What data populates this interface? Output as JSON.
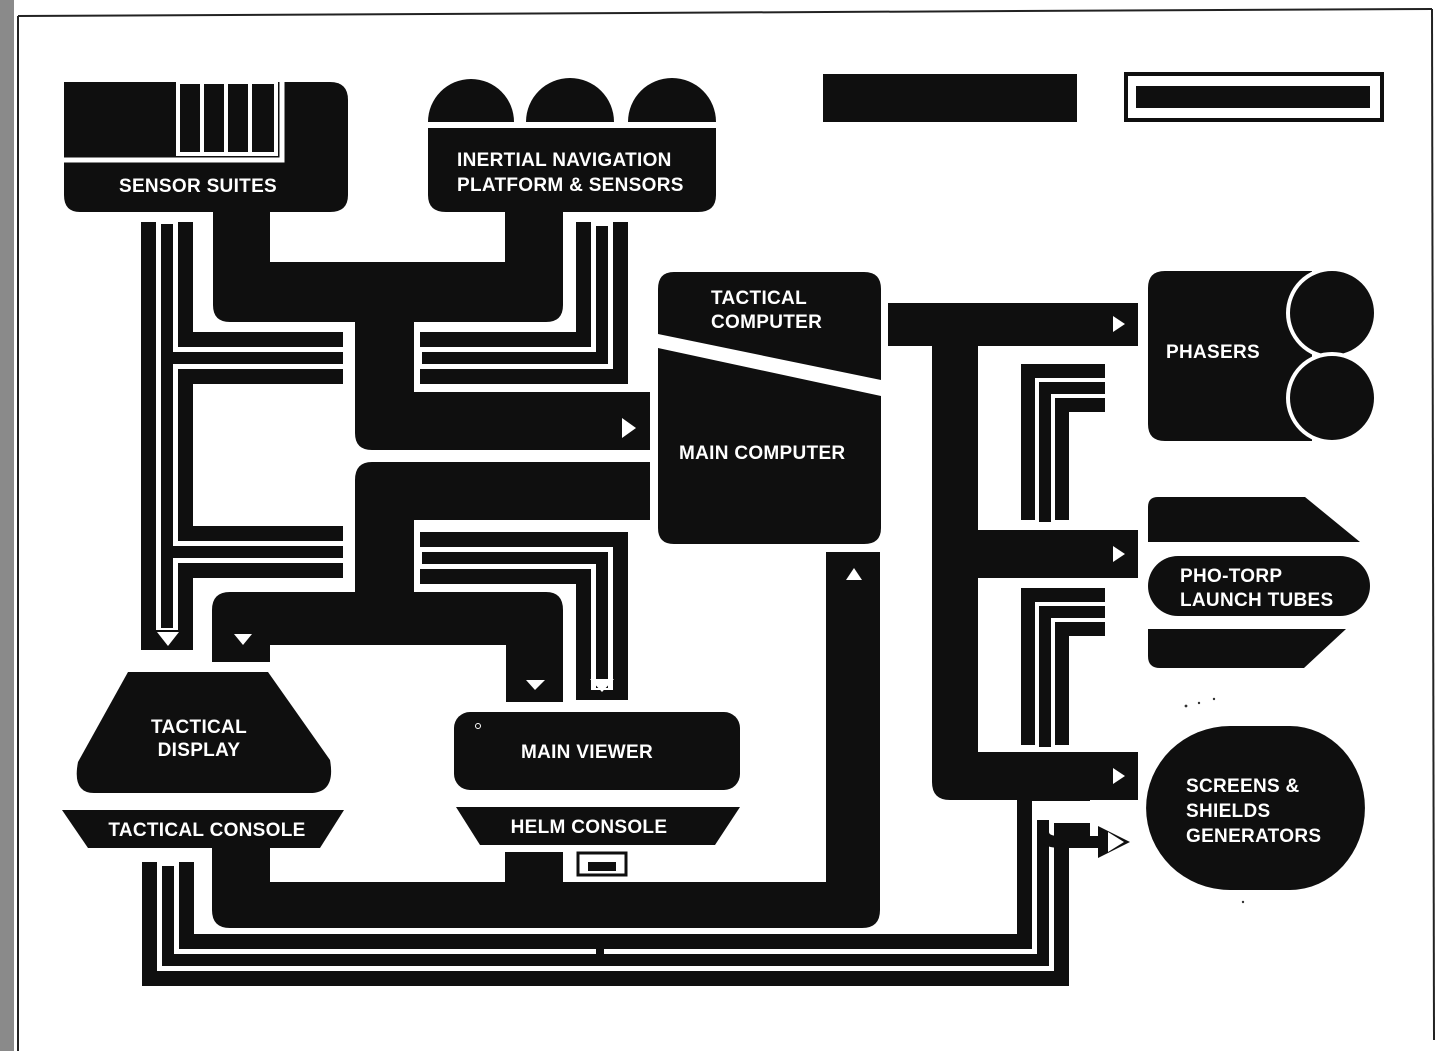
{
  "diagram": {
    "colors": {
      "ink": "#0f0f0f",
      "paper": "#ffffff"
    },
    "nodes": {
      "sensor_suites": "SENSOR SUITES",
      "inertial_nav_line1": "INERTIAL NAVIGATION",
      "inertial_nav_line2": "PLATFORM & SENSORS",
      "tactical_computer_line1": "TACTICAL",
      "tactical_computer_line2": "COMPUTER",
      "main_computer": "MAIN COMPUTER",
      "phasers": "PHASERS",
      "photorp_line1": "PHO-TORP",
      "photorp_line2": "LAUNCH TUBES",
      "shields_line1": "SCREENS &",
      "shields_line2": "SHIELDS",
      "shields_line3": "GENERATORS",
      "tactical_display_line1": "TACTICAL",
      "tactical_display_line2": "DISPLAY",
      "main_viewer": "MAIN VIEWER",
      "tactical_console": "TACTICAL CONSOLE",
      "helm_console": "HELM CONSOLE"
    }
  }
}
